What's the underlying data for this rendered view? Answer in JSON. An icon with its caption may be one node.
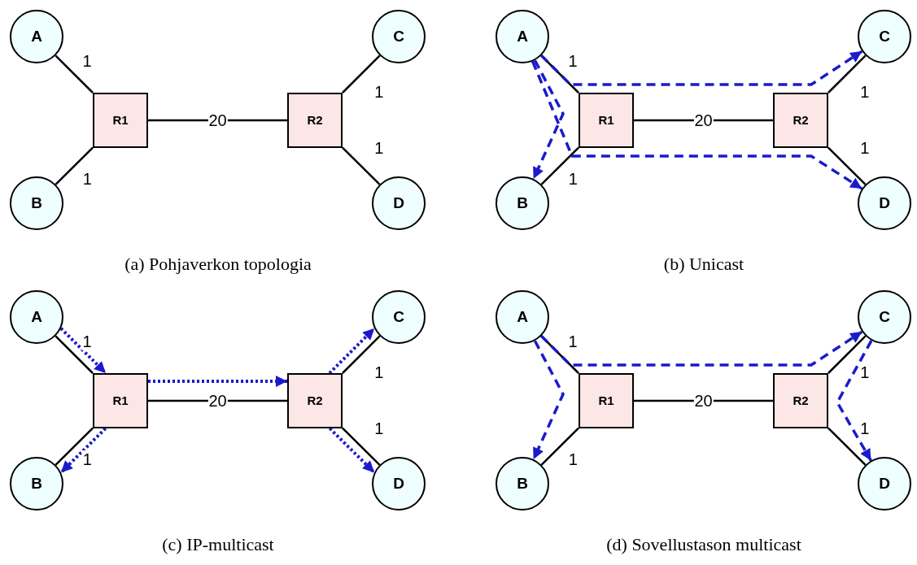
{
  "diagram": {
    "nodes": [
      {
        "text": [
          "A"
        ]
      },
      {
        "text": [
          "C"
        ]
      },
      {
        "text": [
          "R1"
        ]
      },
      {
        "text": [
          "R2"
        ]
      },
      {
        "text": [
          "B"
        ]
      },
      {
        "text": [
          "D"
        ]
      },
      {
        "text": [
          "A"
        ]
      },
      {
        "text": [
          "C"
        ]
      },
      {
        "text": [
          "R1"
        ]
      },
      {
        "text": [
          "R2"
        ]
      },
      {
        "text": [
          "B"
        ]
      },
      {
        "text": [
          "D"
        ]
      },
      {
        "text": [
          "A"
        ]
      },
      {
        "text": [
          "C"
        ]
      },
      {
        "text": [
          "R1"
        ]
      },
      {
        "text": [
          "R2"
        ]
      },
      {
        "text": [
          "B"
        ]
      },
      {
        "text": [
          "D"
        ]
      },
      {
        "text": [
          "A"
        ]
      },
      {
        "text": [
          "C"
        ]
      },
      {
        "text": [
          "R1"
        ]
      },
      {
        "text": [
          "R2"
        ]
      },
      {
        "text": [
          "B"
        ]
      },
      {
        "text": [
          "D"
        ]
      }
    ],
    "edges": [
      {
        "from": 0,
        "to": 2,
        "arrow": "none",
        "label": "1"
      },
      {
        "from": 4,
        "to": 2,
        "arrow": "none",
        "label": "1"
      },
      {
        "from": 2,
        "to": 3,
        "arrow": "none",
        "label": "20"
      },
      {
        "from": 3,
        "to": 1,
        "arrow": "none",
        "label": "1"
      },
      {
        "from": 3,
        "to": 5,
        "arrow": "none",
        "label": "1"
      },
      {
        "from": 6,
        "to": 8,
        "arrow": "none",
        "label": "1"
      },
      {
        "from": 10,
        "to": 8,
        "arrow": "none",
        "label": "1"
      },
      {
        "from": 8,
        "to": 9,
        "arrow": "none",
        "label": "20"
      },
      {
        "from": 9,
        "to": 7,
        "arrow": "none",
        "label": "1"
      },
      {
        "from": 9,
        "to": 11,
        "arrow": "none",
        "label": "1"
      },
      {
        "from": 6,
        "to": 10,
        "arrow": "to",
        "style": "dashed",
        "color": "#1a1acc"
      },
      {
        "from": 6,
        "to": 7,
        "arrow": "to",
        "style": "dashed",
        "color": "#1a1acc"
      },
      {
        "from": 6,
        "to": 11,
        "arrow": "to",
        "style": "dashed",
        "color": "#1a1acc"
      },
      {
        "from": 12,
        "to": 14,
        "arrow": "none",
        "label": "1"
      },
      {
        "from": 16,
        "to": 14,
        "arrow": "none",
        "label": "1"
      },
      {
        "from": 14,
        "to": 15,
        "arrow": "none",
        "label": "20"
      },
      {
        "from": 15,
        "to": 13,
        "arrow": "none",
        "label": "1"
      },
      {
        "from": 15,
        "to": 17,
        "arrow": "none",
        "label": "1"
      },
      {
        "from": 12,
        "to": 14,
        "arrow": "to",
        "style": "dashed",
        "color": "#1a1acc"
      },
      {
        "from": 14,
        "to": 16,
        "arrow": "to",
        "style": "dashed",
        "color": "#1a1acc"
      },
      {
        "from": 14,
        "to": 15,
        "arrow": "to",
        "style": "dashed",
        "color": "#1a1acc"
      },
      {
        "from": 15,
        "to": 13,
        "arrow": "to",
        "style": "dashed",
        "color": "#1a1acc"
      },
      {
        "from": 15,
        "to": 17,
        "arrow": "to",
        "style": "dashed",
        "color": "#1a1acc"
      },
      {
        "from": 18,
        "to": 20,
        "arrow": "none",
        "label": "1"
      },
      {
        "from": 22,
        "to": 20,
        "arrow": "none",
        "label": "1"
      },
      {
        "from": 20,
        "to": 21,
        "arrow": "none",
        "label": "20"
      },
      {
        "from": 21,
        "to": 19,
        "arrow": "none",
        "label": "1"
      },
      {
        "from": 21,
        "to": 23,
        "arrow": "none",
        "label": "1"
      },
      {
        "from": 18,
        "to": 22,
        "arrow": "to",
        "style": "dashed",
        "color": "#1a1acc"
      },
      {
        "from": 18,
        "to": 19,
        "arrow": "to",
        "style": "dashed",
        "color": "#1a1acc"
      },
      {
        "from": 19,
        "to": 23,
        "arrow": "to",
        "style": "dashed",
        "color": "#1a1acc"
      }
    ],
    "labels": [
      "(a) Pohjaverkon topologia",
      "(b) Unicast",
      "(c) IP-multicast",
      "(d) Sovellustason multicast"
    ]
  }
}
